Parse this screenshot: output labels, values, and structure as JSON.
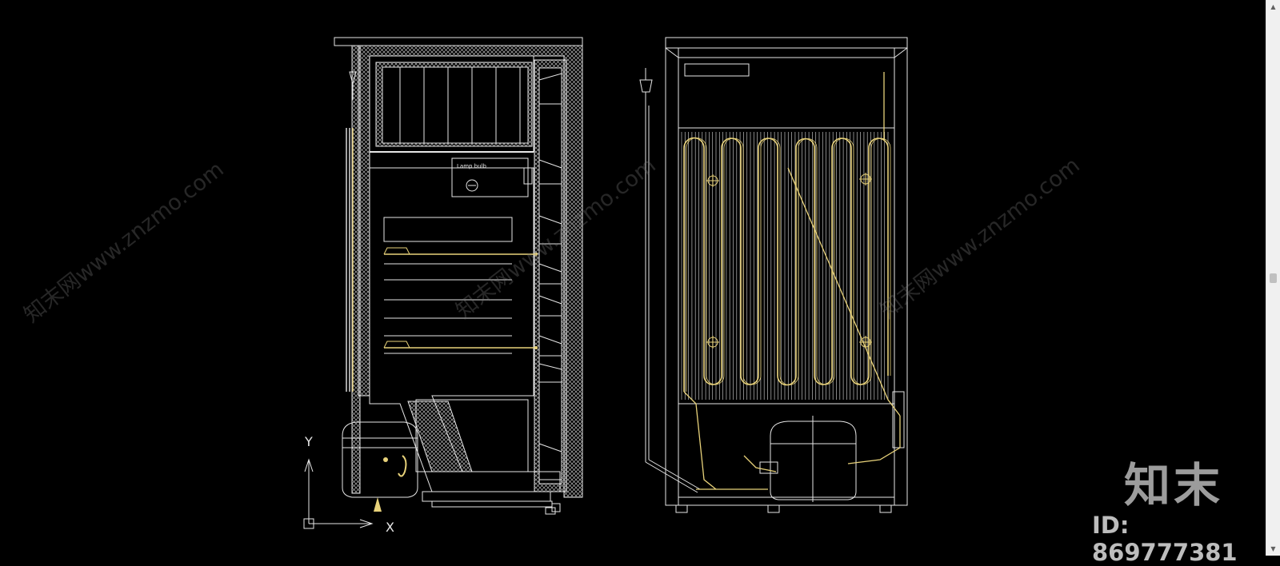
{
  "drawing": {
    "left_view": {
      "label": "Lamp bulb"
    },
    "axes": {
      "y_label": "Y",
      "x_label": "X"
    }
  },
  "watermarks": [
    "知末网www.znzmo.com",
    "知末网www.znzmo.com",
    "知末网www.znzmo.com"
  ],
  "brand": {
    "logo": "知末",
    "id_text": "ID: 869777381"
  },
  "colors": {
    "background": "#000000",
    "line_white": "#e6e6e6",
    "line_yellow": "#e8d27a"
  }
}
